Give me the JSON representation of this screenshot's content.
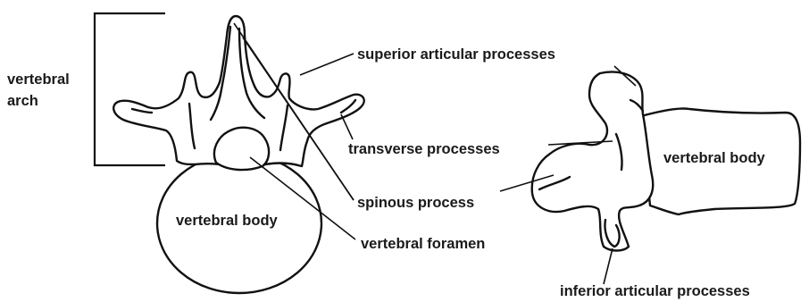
{
  "labels": {
    "vertebral_arch_line1": "vertebral",
    "vertebral_arch_line2": "arch",
    "superior_articular_processes": "superior articular processes",
    "transverse_processes": "transverse processes",
    "spinous_process": "spinous process",
    "vertebral_foramen": "vertebral foramen",
    "vertebral_body_left": "vertebral body",
    "vertebral_body_right": "vertebral body",
    "inferior_articular_processes": "inferior articular processes"
  }
}
